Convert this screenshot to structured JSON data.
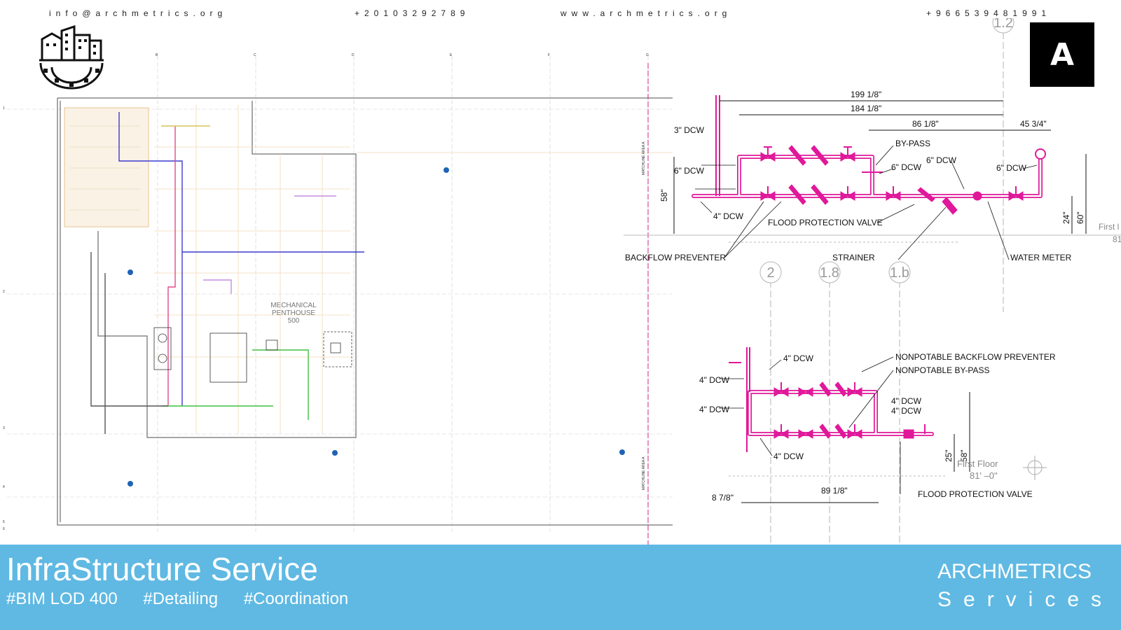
{
  "contact": {
    "email": "info@archmetrics.org",
    "phone1": "+20103292789",
    "website": "www.archmetrics.org",
    "phone2": "+966539481991"
  },
  "logo_right": {
    "letter": "A"
  },
  "plan": {
    "column_grid": [
      "B",
      "C",
      "D",
      "E",
      "F",
      "G"
    ],
    "row_grid": [
      "1",
      "2",
      "3",
      "4",
      "5",
      "6"
    ],
    "room_label": [
      "MECHANICAL",
      "PENTHOUSE",
      "500"
    ],
    "matchline": "MATCHLINE AREA A"
  },
  "detail": {
    "grid_top": "1.2",
    "grid_bottom": [
      "2",
      "1.8",
      "1.b"
    ],
    "upper": {
      "dims": [
        "199 1/8\"",
        "184 1/8\"",
        "86 1/8\"",
        "45 3/4\"",
        "58\"",
        "24\"",
        "60\""
      ],
      "labels": {
        "dcw3": "3\" DCW",
        "dcw6_left": "6\" DCW",
        "dcw4": "4\" DCW",
        "bypass": "BY-PASS",
        "dcw6_mid": "6\" DCW",
        "dcw6_mid2": "6\" DCW",
        "dcw6_right": "6\" DCW",
        "flood": "FLOOD PROTECTION VALVE",
        "backflow": "BACKFLOW PREVENTER",
        "strainer": "STRAINER",
        "meter": "WATER METER",
        "first_floor": "First l",
        "first_floor_val": "81"
      }
    },
    "lower": {
      "dims": [
        "8 7/8\"",
        "89 1/8\"",
        "25\"",
        "58\""
      ],
      "labels": {
        "dcw4_top": "4\" DCW",
        "dcw4_left1": "4\" DCW",
        "dcw4_left2": "4\" DCW",
        "dcw4_bottom": "4\" DCW",
        "dcw4_right1": "4\" DCW",
        "dcw4_right2": "4\" DCW",
        "np_backflow": "NONPOTABLE BACKFLOW PREVENTER",
        "np_bypass": "NONPOTABLE BY-PASS",
        "first_floor": "First Floor",
        "first_floor_val": "81' –0\"",
        "flood": "FLOOD PROTECTION VALVE"
      }
    }
  },
  "footer": {
    "title": "InfraStructure Service",
    "tags": [
      "#BIM LOD 400",
      "#Detailing",
      "#Coordination"
    ],
    "brand": "ARCHMETRICS",
    "sub": "Services"
  },
  "colors": {
    "accent": "#5fb9e3",
    "pipe": "#e0189a",
    "text": "#111111"
  }
}
